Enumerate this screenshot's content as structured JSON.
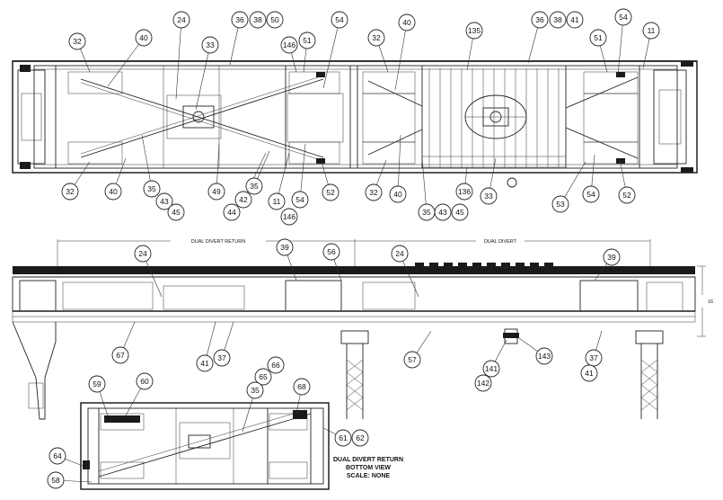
{
  "views": {
    "bottom_view": {
      "title": "DUAL DIVERT RETURN",
      "subtitle": "BOTTOM VIEW",
      "scale": "SCALE: NONE"
    }
  },
  "dimensions": {
    "dual_divert_return": "DUAL DIVERT RETURN",
    "dual_divert": "DUAL DIVERT",
    "height": "16"
  },
  "callouts": {
    "top": [
      "32",
      "40",
      "24",
      "33",
      "36",
      "38",
      "50",
      "146",
      "51",
      "54",
      "32",
      "40",
      "135",
      "36",
      "38",
      "41",
      "54",
      "51",
      "11",
      "32",
      "40",
      "35",
      "43",
      "45",
      "49",
      "42",
      "44",
      "35",
      "11",
      "146",
      "54",
      "52",
      "32",
      "40",
      "35",
      "43",
      "45",
      "136",
      "33",
      "53",
      "54",
      "52"
    ],
    "side": [
      "24",
      "39",
      "56",
      "24",
      "39",
      "67",
      "41",
      "37",
      "57",
      "141",
      "142",
      "143",
      "37",
      "41"
    ],
    "bottom": [
      "59",
      "60",
      "65",
      "66",
      "35",
      "68",
      "61",
      "62",
      "64",
      "58"
    ]
  }
}
